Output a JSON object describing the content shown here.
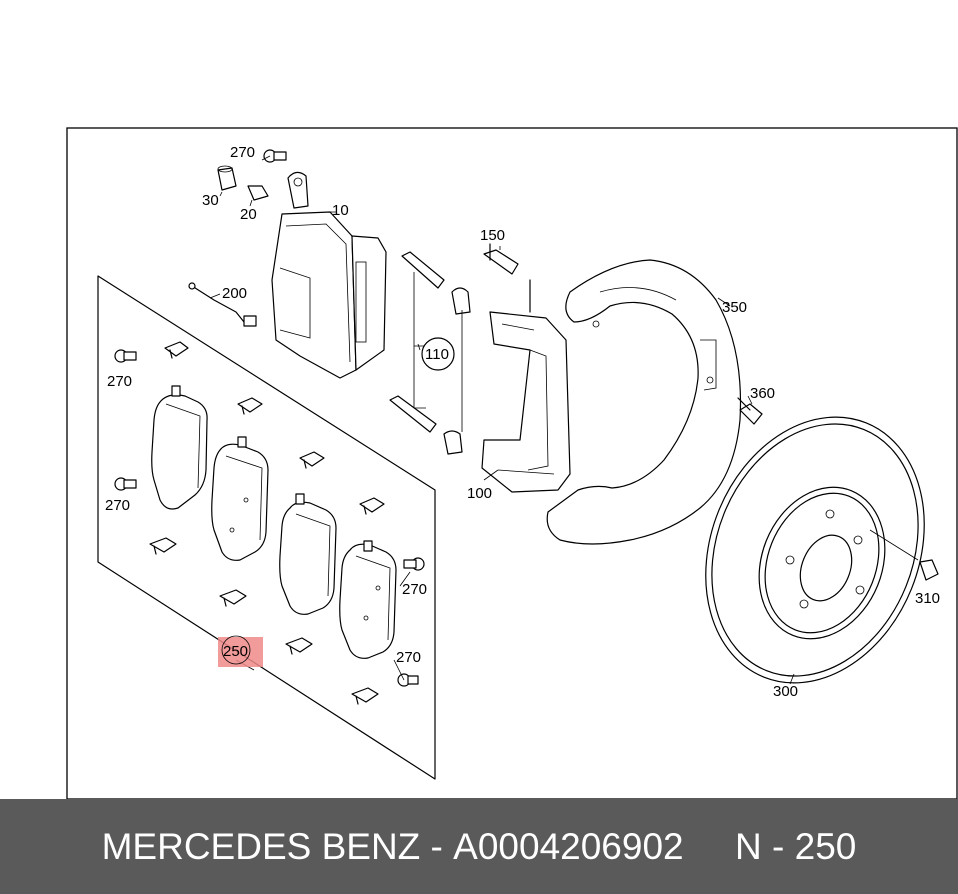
{
  "callouts": {
    "c270a": "270",
    "c30": "30",
    "c20": "20",
    "c10": "10",
    "c200": "200",
    "c150": "150",
    "c350": "350",
    "c110": "110",
    "c270b": "270",
    "c360": "360",
    "c270c": "270",
    "c100": "100",
    "c270d": "270",
    "c310": "310",
    "c250": "250",
    "c270e": "270",
    "c300": "300"
  },
  "highlight": {
    "part": "250",
    "color": "#f08a8a"
  },
  "footer": {
    "brand": "MERCEDES BENZ",
    "separator": " - ",
    "part_number": "A0004206902",
    "gap": "     ",
    "position": "N - 250",
    "background": "#5a5a5a"
  }
}
